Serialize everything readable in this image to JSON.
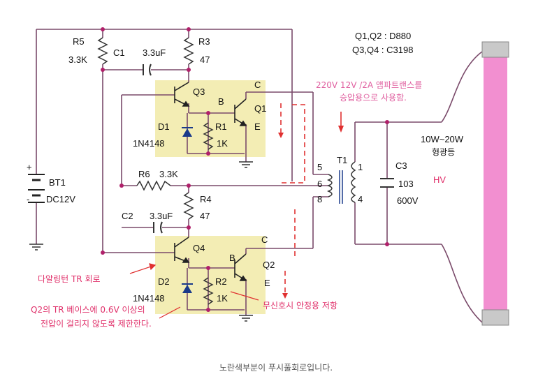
{
  "labels": {
    "r5": "R5",
    "r5_val": "3.3K",
    "c1": "C1",
    "c1_val": "3.3uF",
    "r3": "R3",
    "r3_val": "47",
    "q3": "Q3",
    "b_top": "B",
    "c_top": "C",
    "q1": "Q1",
    "e_top": "E",
    "d1": "D1",
    "d1_val": "1N4148",
    "r1": "R1",
    "r1_val": "1K",
    "bt1": "BT1",
    "bt1_val": "DC12V",
    "bt_plus": "+",
    "bt_minus": "-",
    "r6": "R6",
    "r6_val": "3.3K",
    "r4": "R4",
    "r4_val": "47",
    "c2": "C2",
    "c2_val": "3.3uF",
    "q4": "Q4",
    "b_bot": "B",
    "c_bot": "C",
    "q2": "Q2",
    "e_bot": "E",
    "d2": "D2",
    "d2_val": "1N4148",
    "r2": "R2",
    "r2_val": "1K",
    "t1": "T1",
    "pin5": "5",
    "pin6": "6",
    "pin8": "8",
    "pin1": "1",
    "pin4": "4",
    "c3": "C3",
    "c3_val": "103",
    "c3_volt": "600V",
    "hv": "HV",
    "lamp_power": "10W~20W",
    "lamp_name": "형광등",
    "tr_spec1": "Q1,Q2 : D880",
    "tr_spec2": "Q3,Q4 : C3198"
  },
  "notes": {
    "transformer_note_1": "220V 12V /2A 앰파트랜스를",
    "transformer_note_2": "승압용으로 사용함.",
    "darlington_note": "다알링턴 TR 회로",
    "q2_note_1": "Q2의 TR 베이스에 0.6V 이상의",
    "q2_note_2": "전압이 걸리지 않도록 제한한다.",
    "r2_note": "무신호시 안정용 저항"
  },
  "caption": "노란색부분이 푸시풀회로입니다.",
  "colors": {
    "wire": "#7a4a6a",
    "highlight": "#f3edb4",
    "lamp": "#f28fd0",
    "lamp_cap": "#c9c9c9",
    "note_red": "#e0306a",
    "dash": "#e03030"
  }
}
